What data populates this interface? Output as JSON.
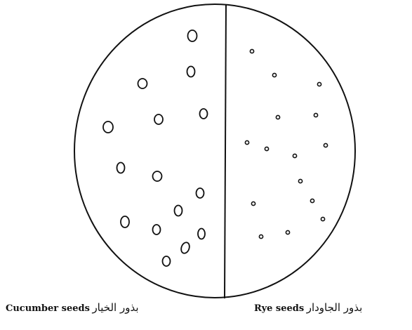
{
  "labels": {
    "cucumber_en": "Cucumber seeds",
    "cucumber_ar": "بذور الخيار",
    "rye_en": "Rye seeds",
    "rye_ar": "بذور الجاودار"
  },
  "colors": {
    "ink": "#111111",
    "background": "#ffffff"
  }
}
